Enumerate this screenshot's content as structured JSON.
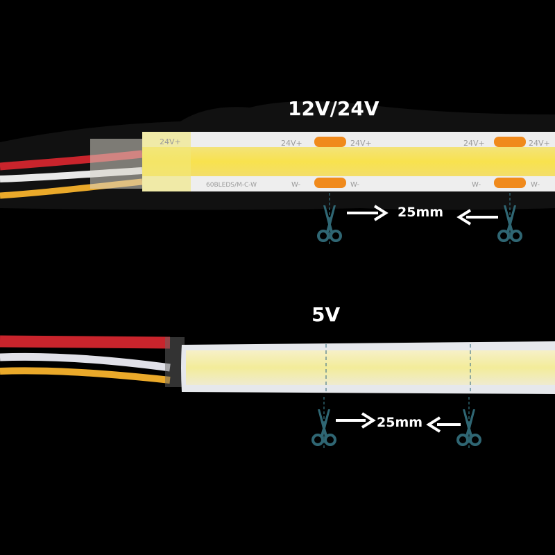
{
  "strips": [
    {
      "title": "12V/24V",
      "markings": [
        "24V+",
        "24V+",
        "24V+",
        "24V+",
        "24V+"
      ],
      "bottom_markings": [
        "60BLEDS/M-C-W",
        "W-",
        "W-",
        "W-",
        "W-"
      ],
      "cut_length": "25mm"
    },
    {
      "title": "5V",
      "cut_length": "25mm"
    }
  ],
  "colors": {
    "background": "#000000",
    "led_yellow": "#f7e25a",
    "pad_orange": "#f08a1c",
    "scissors": "#2f6673",
    "wire_red": "#c9242c",
    "wire_white": "#e9e9e9",
    "wire_yellow": "#eaa92a"
  },
  "icons": [
    "scissors-icon",
    "arrow-right-icon",
    "arrow-left-icon"
  ]
}
